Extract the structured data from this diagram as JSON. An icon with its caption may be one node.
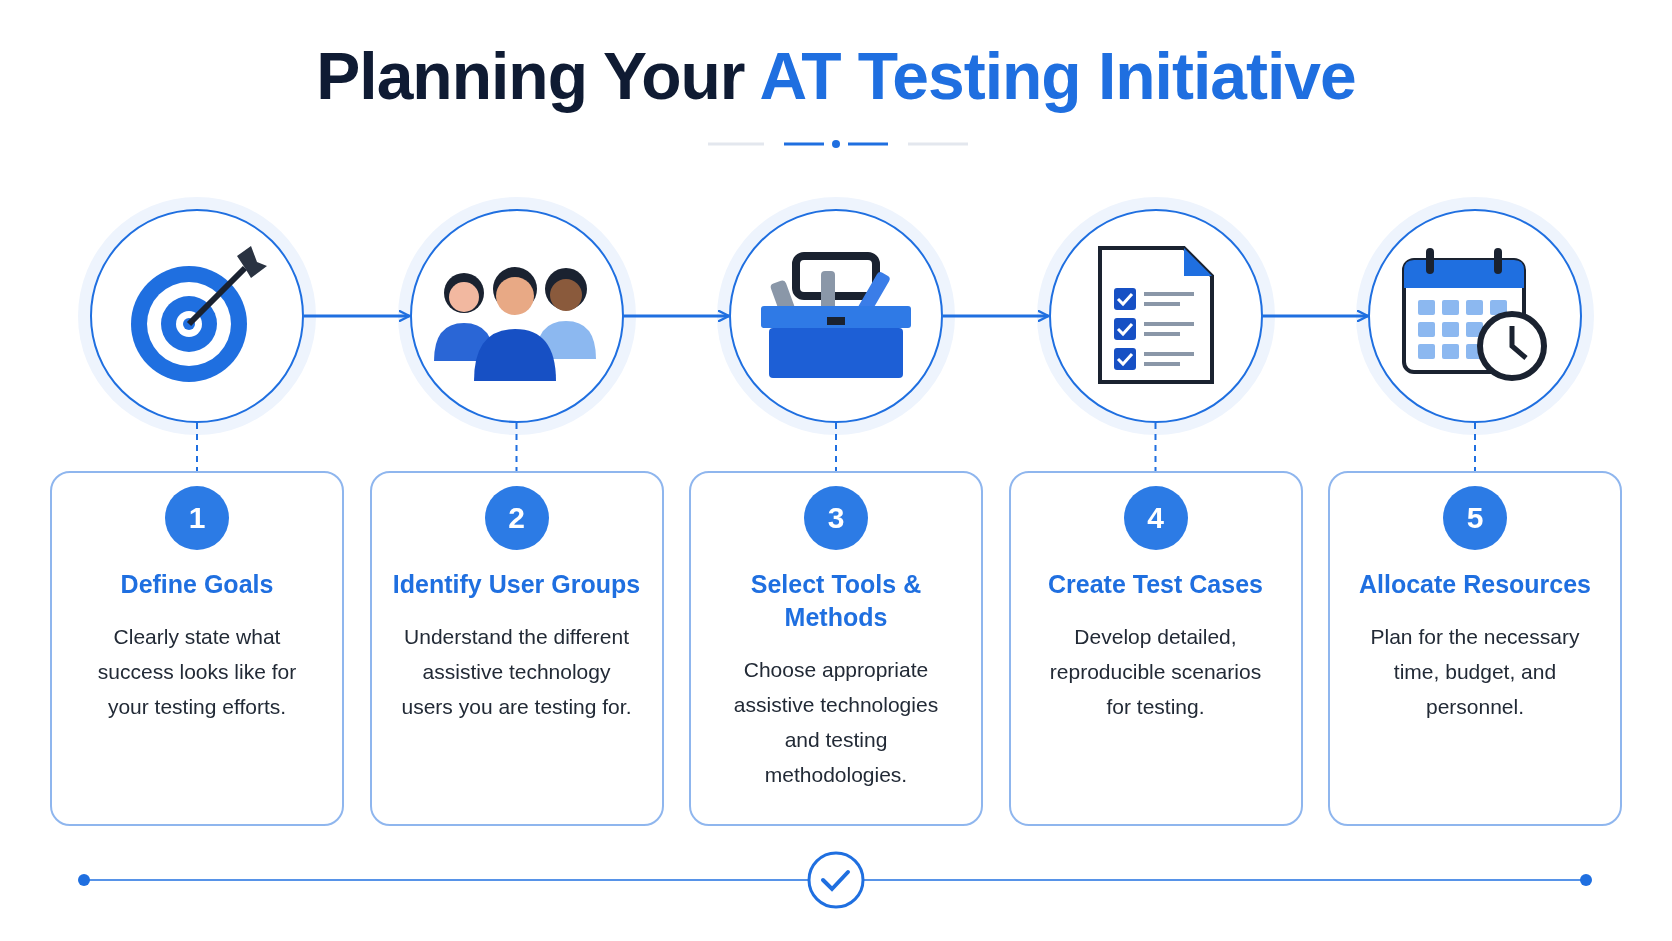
{
  "diagram": {
    "title": "Planning Your **AT Testing Initiative**",
    "nodes": [
      {
        "text": [],
        "shape": "picture"
      },
      {
        "text": [],
        "shape": "picture"
      },
      {
        "text": [],
        "shape": "picture"
      },
      {
        "text": [],
        "shape": "picture"
      },
      {
        "text": [],
        "shape": "picture"
      },
      {
        "text": [
          "1",
          "Define Goals",
          "Clearly state what success looks like for your testing efforts."
        ]
      },
      {
        "text": [
          "2",
          "Identify User Groups",
          "Understand the different assistive technology users you are testing for."
        ]
      },
      {
        "text": [
          "3",
          "Select Tools & Methods",
          "Choose appropriate assistive technologies and testing methodologies."
        ]
      },
      {
        "text": [
          "4",
          "Create Test Cases",
          "Develop detailed, reproducible scenarios for testing."
        ]
      },
      {
        "text": [
          "5",
          "Allocate Resources",
          "Plan for the necessary time, budget, and personnel."
        ]
      }
    ],
    "edges": [
      {
        "from": 0,
        "to": 1,
        "arrow": "to"
      },
      {
        "from": 1,
        "to": 2,
        "arrow": "to"
      },
      {
        "from": 2,
        "to": 3,
        "arrow": "to"
      },
      {
        "from": 3,
        "to": 4,
        "arrow": "to"
      },
      {
        "from": 0,
        "to": 5,
        "arrow": "none",
        "style": "dashed"
      },
      {
        "from": 1,
        "to": 6,
        "arrow": "none",
        "style": "dashed"
      },
      {
        "from": 2,
        "to": 7,
        "arrow": "none",
        "style": "dashed"
      },
      {
        "from": 3,
        "to": 8,
        "arrow": "none",
        "style": "dashed"
      },
      {
        "from": 4,
        "to": 9,
        "arrow": "none",
        "style": "dashed"
      }
    ]
  }
}
